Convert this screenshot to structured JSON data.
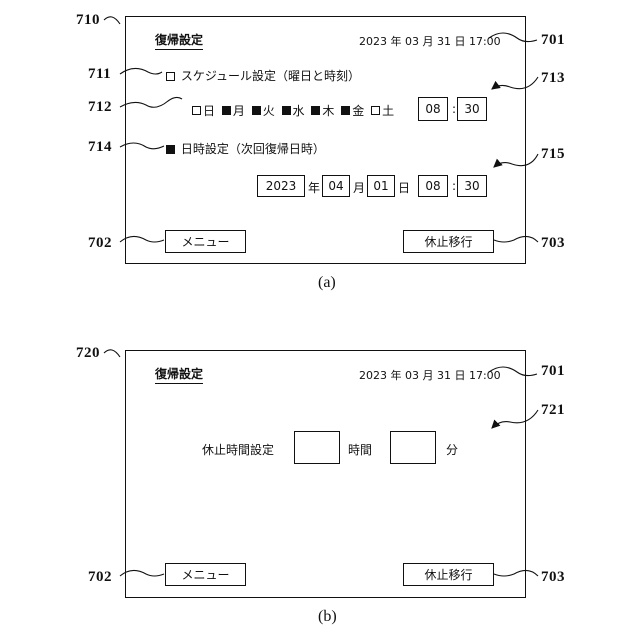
{
  "figure_a": {
    "ref_number": "710",
    "caption": "(a)",
    "title": "復帰設定",
    "datetime": "2023 年 03 月 31 日 17:00",
    "schedule_label": "スケジュール設定（曜日と時刻）",
    "schedule_checked": false,
    "days": [
      {
        "label": "日",
        "checked": false
      },
      {
        "label": "月",
        "checked": true
      },
      {
        "label": "火",
        "checked": true
      },
      {
        "label": "水",
        "checked": true
      },
      {
        "label": "木",
        "checked": true
      },
      {
        "label": "金",
        "checked": true
      },
      {
        "label": "土",
        "checked": false
      }
    ],
    "schedule_hour": "08",
    "schedule_minute": "30",
    "datetime_setting_label": "日時設定（次回復帰日時）",
    "datetime_setting_checked": true,
    "next_year": "2023",
    "year_unit": "年",
    "next_month": "04",
    "month_unit": "月",
    "next_day": "01",
    "day_unit": "日",
    "next_hour": "08",
    "next_minute": "30",
    "time_sep": ":",
    "menu_button": "メニュー",
    "sleep_button": "休止移行",
    "refs": {
      "datetime": "701",
      "schedule": "711",
      "days": "712",
      "schedule_time": "713",
      "datetime_setting": "714",
      "datetime_fields": "715",
      "menu": "702",
      "sleep": "703"
    }
  },
  "figure_b": {
    "ref_number": "720",
    "caption": "(b)",
    "title": "復帰設定",
    "datetime": "2023 年 03 月 31 日 17:00",
    "sleep_time_label": "休止時間設定",
    "hours_value": "",
    "hours_unit": "時間",
    "minutes_value": "",
    "minutes_unit": "分",
    "menu_button": "メニュー",
    "sleep_button": "休止移行",
    "refs": {
      "datetime": "701",
      "sleep_time_fields": "721",
      "menu": "702",
      "sleep": "703"
    }
  }
}
